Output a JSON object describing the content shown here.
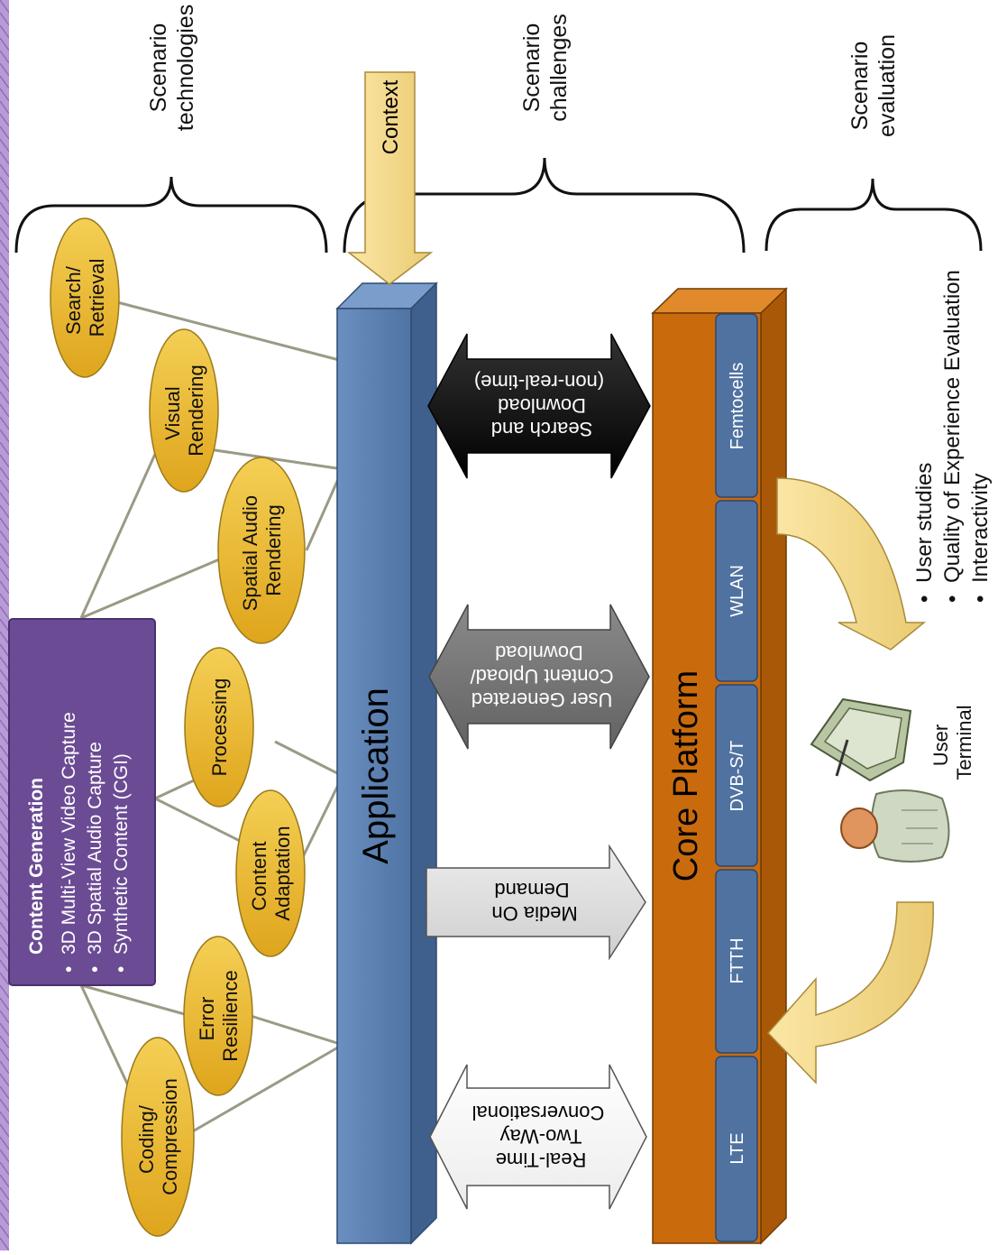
{
  "headers": {
    "technologies": [
      "Scenario",
      "technologies"
    ],
    "challenges": [
      "Scenario",
      "challenges"
    ],
    "evaluation": [
      "Scenario",
      "evaluation"
    ]
  },
  "context_label": "Context",
  "application_label": "Application",
  "core_platform_label": "Core Platform",
  "networks": [
    "Femtocells",
    "WLAN",
    "DVB-S/T",
    "FTTH",
    "LTE"
  ],
  "content_generation": {
    "title": "Content Generation",
    "items": [
      "3D Multi-View Video Capture",
      "3D Spatial Audio Capture",
      "Synthetic Content (CGI)"
    ]
  },
  "technologies": {
    "search": [
      "Search/",
      "Retrieval"
    ],
    "visual": [
      "Visual",
      "Rendering"
    ],
    "spatial_audio": [
      "Spatial Audio",
      "Rendering"
    ],
    "processing": [
      "Processing"
    ],
    "adaptation": [
      "Content",
      "Adaptation"
    ],
    "error_resilience": [
      "Error",
      "Resilience"
    ],
    "coding": [
      "Coding/",
      "Compression"
    ]
  },
  "challenges": {
    "search_download": [
      "Search and",
      "Download",
      "(non-real-time)"
    ],
    "ugc": [
      "User Generated",
      "Content Upload/",
      "Download"
    ],
    "mod": [
      "Media On",
      "Demand"
    ],
    "realtime": [
      "Real-Time",
      "Two-Way",
      "Conversational"
    ]
  },
  "evaluation_items": [
    "User studies",
    "Quality of Experience Evaluation",
    "Interactivity"
  ],
  "user_terminal": [
    "User",
    "Terminal"
  ],
  "colors": {
    "application": "#5b82b4",
    "core_platform": "#c96b0c",
    "network_box": "#4f72a0",
    "ellipse": "#e8b52e",
    "content_generation": "#6b4b94",
    "arrow_pale": "#f2d98c",
    "border_stripe": "#a888c8"
  }
}
